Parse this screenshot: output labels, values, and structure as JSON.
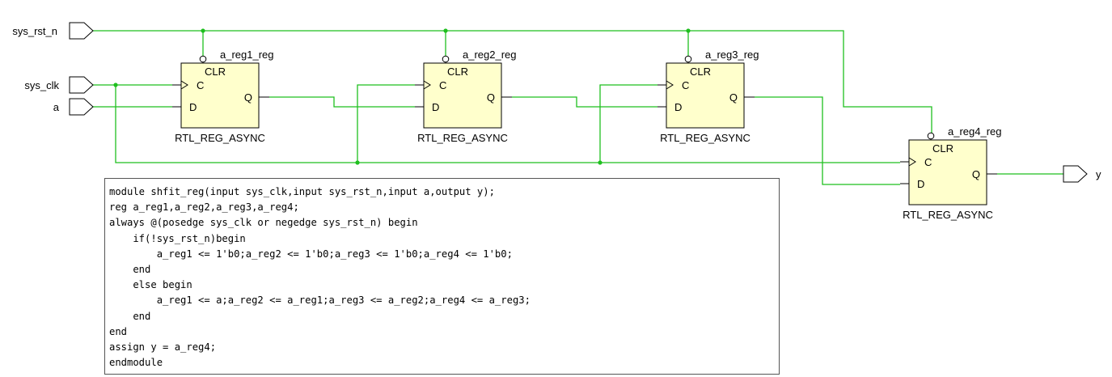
{
  "ports": {
    "inputs": [
      "sys_rst_n",
      "sys_clk",
      "a"
    ],
    "outputs": [
      "y"
    ]
  },
  "registers": [
    {
      "name": "a_reg1_reg",
      "type": "RTL_REG_ASYNC",
      "clr": "CLR",
      "c": "C",
      "d": "D",
      "q": "Q"
    },
    {
      "name": "a_reg2_reg",
      "type": "RTL_REG_ASYNC",
      "clr": "CLR",
      "c": "C",
      "d": "D",
      "q": "Q"
    },
    {
      "name": "a_reg3_reg",
      "type": "RTL_REG_ASYNC",
      "clr": "CLR",
      "c": "C",
      "d": "D",
      "q": "Q"
    },
    {
      "name": "a_reg4_reg",
      "type": "RTL_REG_ASYNC",
      "clr": "CLR",
      "c": "C",
      "d": "D",
      "q": "Q"
    }
  ],
  "code": [
    "module shfit_reg(input sys_clk,input sys_rst_n,input a,output y);",
    "reg a_reg1,a_reg2,a_reg3,a_reg4;",
    "always @(posedge sys_clk or negedge sys_rst_n) begin",
    "    if(!sys_rst_n)begin",
    "        a_reg1 <= 1'b0;a_reg2 <= 1'b0;a_reg3 <= 1'b0;a_reg4 <= 1'b0;",
    "    end",
    "    else begin",
    "        a_reg1 <= a;a_reg2 <= a_reg1;a_reg3 <= a_reg2;a_reg4 <= a_reg3;",
    "    end",
    "end",
    "assign y = a_reg4;",
    "endmodule"
  ],
  "colors": {
    "wire": "#1fbf1f",
    "register_fill": "#ffffcc"
  }
}
